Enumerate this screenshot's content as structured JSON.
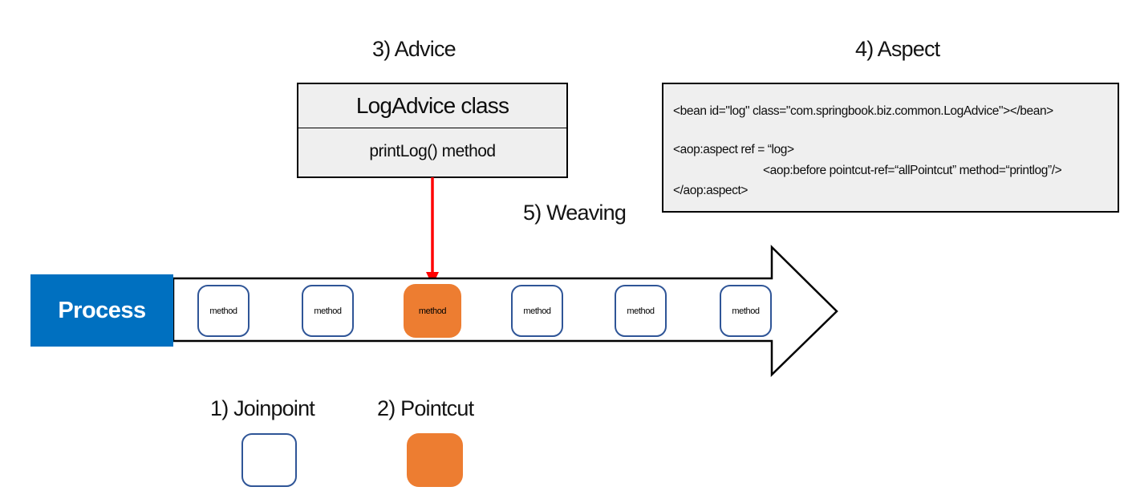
{
  "titles": {
    "advice": "3) Advice",
    "aspect": "4) Aspect",
    "weaving": "5) Weaving",
    "joinpoint": "1) Joinpoint",
    "pointcut": "2) Pointcut"
  },
  "advice_box": {
    "class_name": "LogAdvice class",
    "method_name": "printLog() method"
  },
  "aspect_code": {
    "line1": "<bean id=\"log\" class=\"com.springbook.biz.common.LogAdvice\"></bean>",
    "line2": "<aop:aspect ref = “log>",
    "line3": "<aop:before pointcut-ref=“allPointcut” method=“printlog”/>",
    "line4": "</aop:aspect>"
  },
  "process": {
    "label": "Process",
    "methods": [
      "method",
      "method",
      "method",
      "method",
      "method",
      "method"
    ],
    "highlighted_index": 2
  },
  "colors": {
    "process-blue": "#0070C0",
    "pointcut-orange": "#ED7D31",
    "joinpoint-border": "#2F5597",
    "weaving-red": "#FF0000",
    "box-fill": "#EFEFEF"
  }
}
